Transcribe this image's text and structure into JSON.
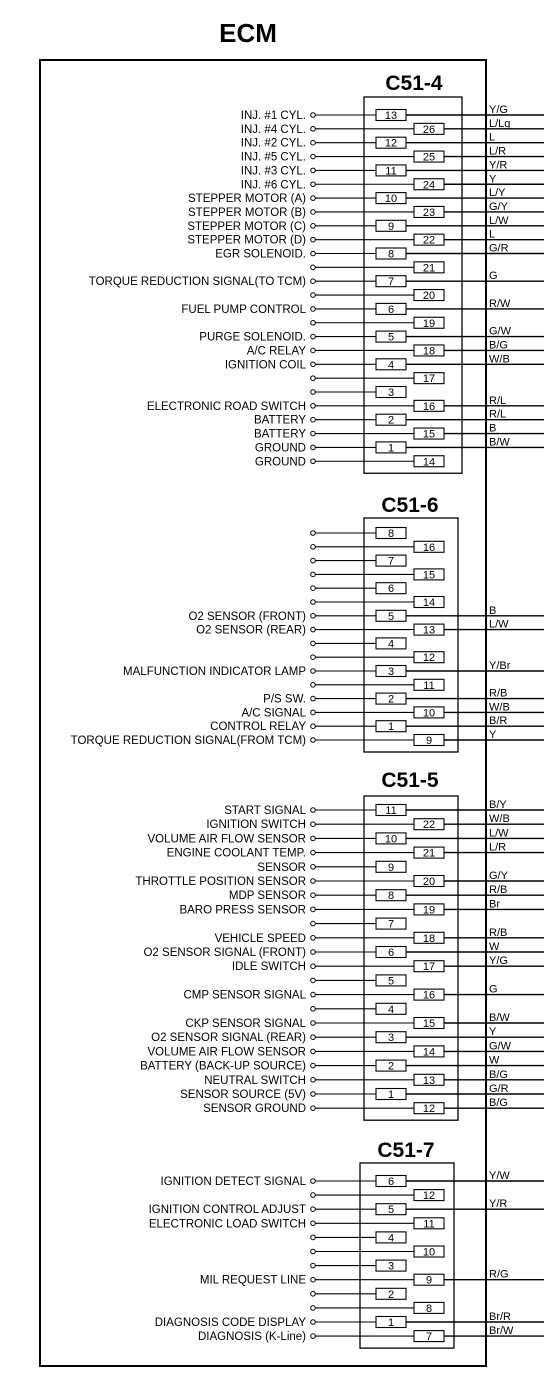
{
  "title": "ECM",
  "connectors": [
    {
      "name": "C51-4",
      "rows": [
        {
          "label": "INJ. #1 CYL.",
          "pin": "13",
          "col": "L",
          "wire": "Y/G"
        },
        {
          "label": "INJ. #4 CYL.",
          "pin": "26",
          "col": "R",
          "wire": "L/Lg"
        },
        {
          "label": "INJ. #2 CYL.",
          "pin": "12",
          "col": "L",
          "wire": "L"
        },
        {
          "label": "INJ. #5 CYL.",
          "pin": "25",
          "col": "R",
          "wire": "L/R"
        },
        {
          "label": "INJ. #3 CYL.",
          "pin": "11",
          "col": "L",
          "wire": "Y/R"
        },
        {
          "label": "INJ. #6 CYL.",
          "pin": "24",
          "col": "R",
          "wire": "Y"
        },
        {
          "label": "STEPPER MOTOR (A)",
          "pin": "10",
          "col": "L",
          "wire": "L/Y"
        },
        {
          "label": "STEPPER MOTOR (B)",
          "pin": "23",
          "col": "R",
          "wire": "G/Y"
        },
        {
          "label": "STEPPER MOTOR (C)",
          "pin": "9",
          "col": "L",
          "wire": "L/W"
        },
        {
          "label": "STEPPER MOTOR (D)",
          "pin": "22",
          "col": "R",
          "wire": "L"
        },
        {
          "label": "EGR SOLENOID.",
          "pin": "8",
          "col": "L",
          "wire": "G/R"
        },
        {
          "label": "",
          "pin": "21",
          "col": "R",
          "wire": ""
        },
        {
          "label": "TORQUE REDUCTION SIGNAL(TO TCM)",
          "pin": "7",
          "col": "L",
          "wire": "G"
        },
        {
          "label": "",
          "pin": "20",
          "col": "R",
          "wire": ""
        },
        {
          "label": "FUEL PUMP CONTROL",
          "pin": "6",
          "col": "L",
          "wire": "R/W"
        },
        {
          "label": "",
          "pin": "19",
          "col": "R",
          "wire": ""
        },
        {
          "label": "PURGE SOLENOID.",
          "pin": "5",
          "col": "L",
          "wire": "G/W"
        },
        {
          "label": "A/C RELAY",
          "pin": "18",
          "col": "R",
          "wire": "B/G"
        },
        {
          "label": "IGNITION COIL",
          "pin": "4",
          "col": "L",
          "wire": "W/B"
        },
        {
          "label": "",
          "pin": "17",
          "col": "R",
          "wire": ""
        },
        {
          "label": "",
          "pin": "3",
          "col": "L",
          "wire": ""
        },
        {
          "label": "ELECTRONIC ROAD SWITCH",
          "pin": "16",
          "col": "R",
          "wire": "R/L"
        },
        {
          "label": "BATTERY",
          "pin": "2",
          "col": "L",
          "wire": "R/L"
        },
        {
          "label": "BATTERY",
          "pin": "15",
          "col": "R",
          "wire": "B"
        },
        {
          "label": "GROUND",
          "pin": "1",
          "col": "L",
          "wire": "B/W"
        },
        {
          "label": "GROUND",
          "pin": "14",
          "col": "R",
          "wire": ""
        }
      ]
    },
    {
      "name": "C51-6",
      "rows": [
        {
          "label": "",
          "pin": "8",
          "col": "L",
          "wire": ""
        },
        {
          "label": "",
          "pin": "16",
          "col": "R",
          "wire": ""
        },
        {
          "label": "",
          "pin": "7",
          "col": "L",
          "wire": ""
        },
        {
          "label": "",
          "pin": "15",
          "col": "R",
          "wire": ""
        },
        {
          "label": "",
          "pin": "6",
          "col": "L",
          "wire": ""
        },
        {
          "label": "",
          "pin": "14",
          "col": "R",
          "wire": ""
        },
        {
          "label": "O2 SENSOR (FRONT)",
          "pin": "5",
          "col": "L",
          "wire": "B"
        },
        {
          "label": "O2 SENSOR (REAR)",
          "pin": "13",
          "col": "R",
          "wire": "L/W"
        },
        {
          "label": "",
          "pin": "4",
          "col": "L",
          "wire": ""
        },
        {
          "label": "",
          "pin": "12",
          "col": "R",
          "wire": ""
        },
        {
          "label": "MALFUNCTION INDICATOR LAMP",
          "pin": "3",
          "col": "L",
          "wire": "Y/Br"
        },
        {
          "label": "",
          "pin": "11",
          "col": "R",
          "wire": ""
        },
        {
          "label": "P/S SW.",
          "pin": "2",
          "col": "L",
          "wire": "R/B"
        },
        {
          "label": "A/C SIGNAL",
          "pin": "10",
          "col": "R",
          "wire": "W/B"
        },
        {
          "label": "CONTROL RELAY",
          "pin": "1",
          "col": "L",
          "wire": "B/R"
        },
        {
          "label": "TORQUE REDUCTION SIGNAL(FROM TCM)",
          "pin": "9",
          "col": "R",
          "wire": "Y"
        }
      ]
    },
    {
      "name": "C51-5",
      "rows": [
        {
          "label": "START SIGNAL",
          "pin": "11",
          "col": "L",
          "wire": "B/Y"
        },
        {
          "label": "IGNITION SWITCH",
          "pin": "22",
          "col": "R",
          "wire": "W/B"
        },
        {
          "label": "VOLUME AIR FLOW SENSOR",
          "pin": "10",
          "col": "L",
          "wire": "L/W"
        },
        {
          "label": "ENGINE COOLANT TEMP.",
          "pin": "21",
          "col": "R",
          "wire": "L/R"
        },
        {
          "label": "SENSOR",
          "pin": "9",
          "col": "L",
          "wire": ""
        },
        {
          "label": "THROTTLE POSITION SENSOR",
          "pin": "20",
          "col": "R",
          "wire": "G/Y"
        },
        {
          "label": "MDP SENSOR",
          "pin": "8",
          "col": "L",
          "wire": "R/B"
        },
        {
          "label": "BARO PRESS SENSOR",
          "pin": "19",
          "col": "R",
          "wire": "Br"
        },
        {
          "label": "",
          "pin": "7",
          "col": "L",
          "wire": ""
        },
        {
          "label": "VEHICLE SPEED",
          "pin": "18",
          "col": "R",
          "wire": "R/B"
        },
        {
          "label": "O2 SENSOR SIGNAL (FRONT)",
          "pin": "6",
          "col": "L",
          "wire": "W"
        },
        {
          "label": "IDLE SWITCH",
          "pin": "17",
          "col": "R",
          "wire": "Y/G"
        },
        {
          "label": "",
          "pin": "5",
          "col": "L",
          "wire": ""
        },
        {
          "label": "CMP SENSOR SIGNAL",
          "pin": "16",
          "col": "R",
          "wire": "G"
        },
        {
          "label": "",
          "pin": "4",
          "col": "L",
          "wire": ""
        },
        {
          "label": "CKP SENSOR SIGNAL",
          "pin": "15",
          "col": "R",
          "wire": "B/W"
        },
        {
          "label": "O2 SENSOR SIGNAL (REAR)",
          "pin": "3",
          "col": "L",
          "wire": "Y"
        },
        {
          "label": "VOLUME AIR FLOW SENSOR",
          "pin": "14",
          "col": "R",
          "wire": "G/W"
        },
        {
          "label": "BATTERY (BACK-UP SOURCE)",
          "pin": "2",
          "col": "L",
          "wire": "W"
        },
        {
          "label": "NEUTRAL SWITCH",
          "pin": "13",
          "col": "R",
          "wire": "B/G"
        },
        {
          "label": "SENSOR SOURCE (5V)",
          "pin": "1",
          "col": "L",
          "wire": "G/R"
        },
        {
          "label": "SENSOR GROUND",
          "pin": "12",
          "col": "R",
          "wire": "B/G"
        }
      ]
    },
    {
      "name": "C51-7",
      "rows": [
        {
          "label": "IGNITION DETECT SIGNAL",
          "pin": "6",
          "col": "L",
          "wire": "Y/W"
        },
        {
          "label": "",
          "pin": "12",
          "col": "R",
          "wire": ""
        },
        {
          "label": "IGNITION CONTROL ADJUST",
          "pin": "5",
          "col": "L",
          "wire": "Y/R"
        },
        {
          "label": "ELECTRONIC LOAD SWITCH",
          "pin": "11",
          "col": "R",
          "wire": ""
        },
        {
          "label": "",
          "pin": "4",
          "col": "L",
          "wire": ""
        },
        {
          "label": "",
          "pin": "10",
          "col": "R",
          "wire": ""
        },
        {
          "label": "",
          "pin": "3",
          "col": "L",
          "wire": ""
        },
        {
          "label": "MIL REQUEST LINE",
          "pin": "9",
          "col": "R",
          "wire": "R/G"
        },
        {
          "label": "",
          "pin": "2",
          "col": "L",
          "wire": ""
        },
        {
          "label": "",
          "pin": "8",
          "col": "R",
          "wire": ""
        },
        {
          "label": "DIAGNOSIS CODE DISPLAY",
          "pin": "1",
          "col": "L",
          "wire": "Br/R"
        },
        {
          "label": "DIAGNOSIS (K-Line)",
          "pin": "7",
          "col": "R",
          "wire": "Br/W"
        }
      ]
    }
  ]
}
